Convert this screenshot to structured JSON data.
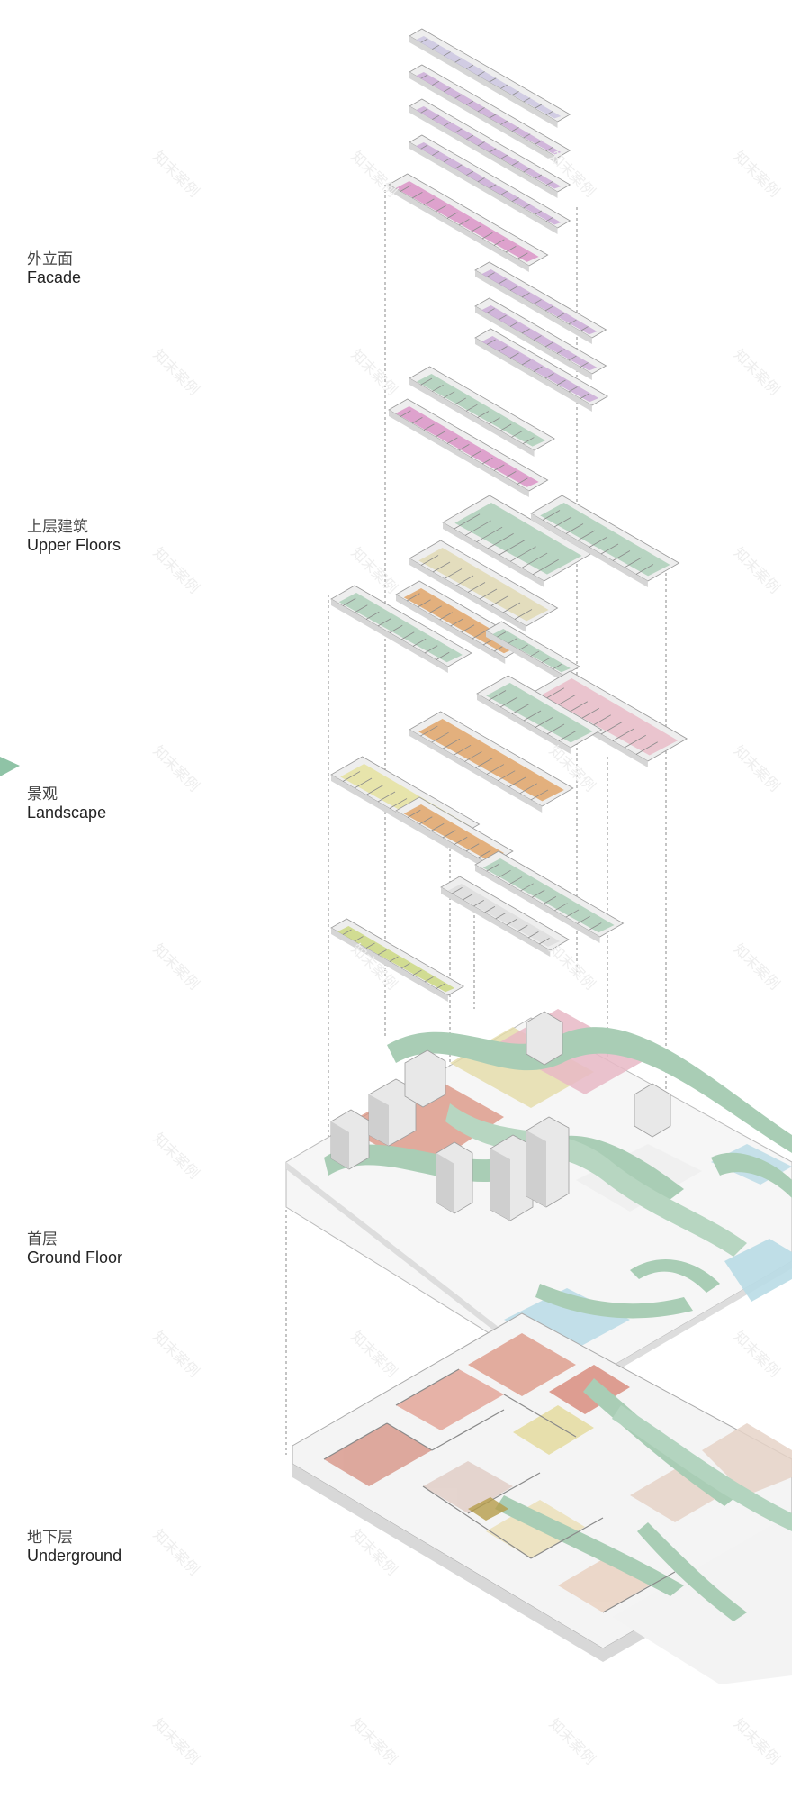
{
  "layers": [
    {
      "id": "facade",
      "zh": "外立面",
      "en": "Facade"
    },
    {
      "id": "upper",
      "zh": "上层建筑",
      "en": "Upper Floors"
    },
    {
      "id": "landscape",
      "zh": "景观",
      "en": "Landscape"
    },
    {
      "id": "ground",
      "zh": "首层",
      "en": "Ground Floor"
    },
    {
      "id": "underground",
      "zh": "地下层",
      "en": "Underground"
    }
  ],
  "watermark": "知末案例",
  "colors": {
    "wall": "#d9d9d9",
    "wall_dark": "#9a9a9a",
    "floor_white": "#f4f4f4",
    "green": "#a9cdb5",
    "pink": "#e8b9c6",
    "magenta": "#d98fc4",
    "salmon": "#d9907e",
    "orange": "#e0a060",
    "yellow": "#e5e19a",
    "blue": "#b9dbe6",
    "dash": "#888888"
  }
}
